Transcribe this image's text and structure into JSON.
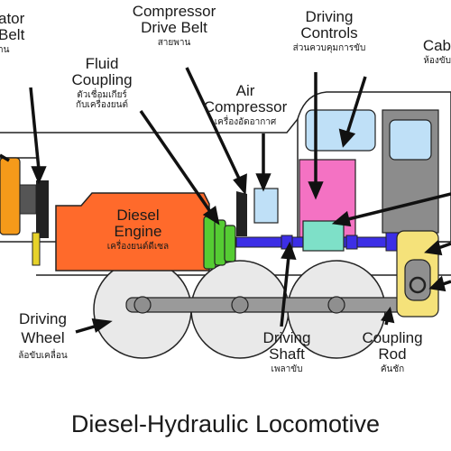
{
  "title": "Diesel-Hydraulic Locomotive",
  "labels": {
    "alternator_belt": {
      "en_line1": "ator",
      "en_line2": "Belt",
      "th": "าน"
    },
    "compressor_drive_belt": {
      "en_line1": "Compressor",
      "en_line2": "Drive Belt",
      "th": "สายพาน"
    },
    "fluid_coupling": {
      "en_line1": "Fluid",
      "en_line2": "Coupling",
      "th_line1": "ตัวเชื่อมเกียร์",
      "th_line2": "กับเครื่องยนต์"
    },
    "driving_controls": {
      "en_line1": "Driving",
      "en_line2": "Controls",
      "th": "ส่วนควบคุมการขับ"
    },
    "cab": {
      "en": "Cab",
      "th": "ห้องขับ"
    },
    "air_compressor": {
      "en_line1": "Air",
      "en_line2": "Compressor",
      "th": "เครื่องอัดอากาศ"
    },
    "diesel_engine": {
      "en_line1": "Diesel",
      "en_line2": "Engine",
      "th": "เครื่องยนต์ดีเซล"
    },
    "driving_wheel": {
      "en_line1": "Driving",
      "en_line2": "Wheel",
      "th": "ล้อขับเคลื่อน"
    },
    "driving_shaft": {
      "en_line1": "Driving",
      "en_line2": "Shaft",
      "th": "เพลาขับ"
    },
    "coupling_rod": {
      "en_line1": "Coupling",
      "en_line2": "Rod",
      "th": "คันชัก"
    }
  },
  "colors": {
    "engine": "#ff6a2b",
    "coupling": "#55cc33",
    "cab_window": "#bfe0f7",
    "controls": "#f472c3",
    "hydraulic": "#7ee0c8",
    "shaft": "#3c2ee6",
    "box_yellow": "#f5e27a",
    "alternator": "#f59a1a",
    "wheel": "#e9e9e9",
    "rod": "#8f8f8f",
    "outline": "#222222"
  }
}
